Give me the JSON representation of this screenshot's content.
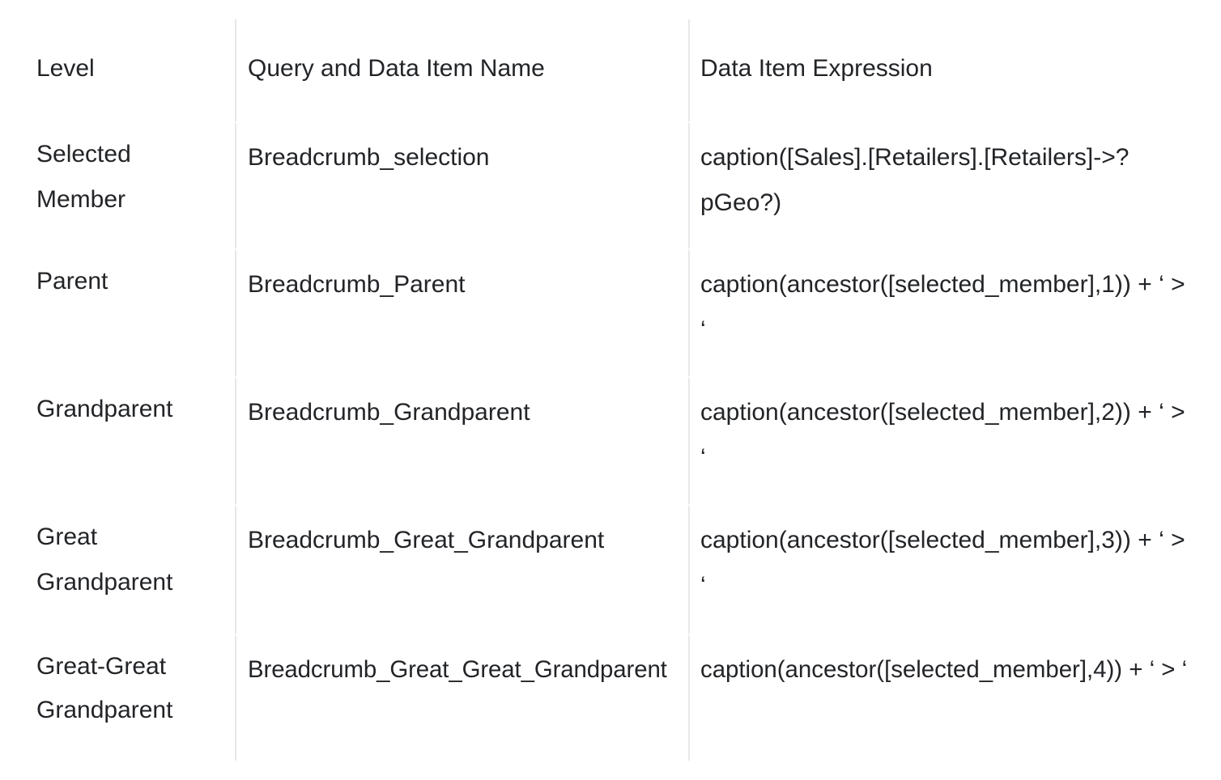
{
  "table": {
    "headers": [
      "Level",
      "Query and Data Item Name",
      "Data Item Expression"
    ],
    "rows": [
      {
        "level": "Selected Member",
        "name": "Breadcrumb_selection",
        "expression": "caption([Sales].[Retailers].[Retailers]->?pGeo?)"
      },
      {
        "level": "Parent",
        "name": "Breadcrumb_Parent",
        "expression": "caption(ancestor([selected_member],1)) + ‘ > ‘"
      },
      {
        "level": "Grandparent",
        "name": "Breadcrumb_Grandparent",
        "expression": "caption(ancestor([selected_member],2)) + ‘ > ‘"
      },
      {
        "level": "Great Grandparent",
        "name": "Breadcrumb_Great_Grandparent",
        "expression": "caption(ancestor([selected_member],3)) + ‘ > ‘"
      },
      {
        "level": "Great-Great Grandparent",
        "name": "Breadcrumb_Great_Great_Grandparent",
        "expression": "caption(ancestor([selected_member],4)) + ‘ > ‘"
      }
    ]
  }
}
